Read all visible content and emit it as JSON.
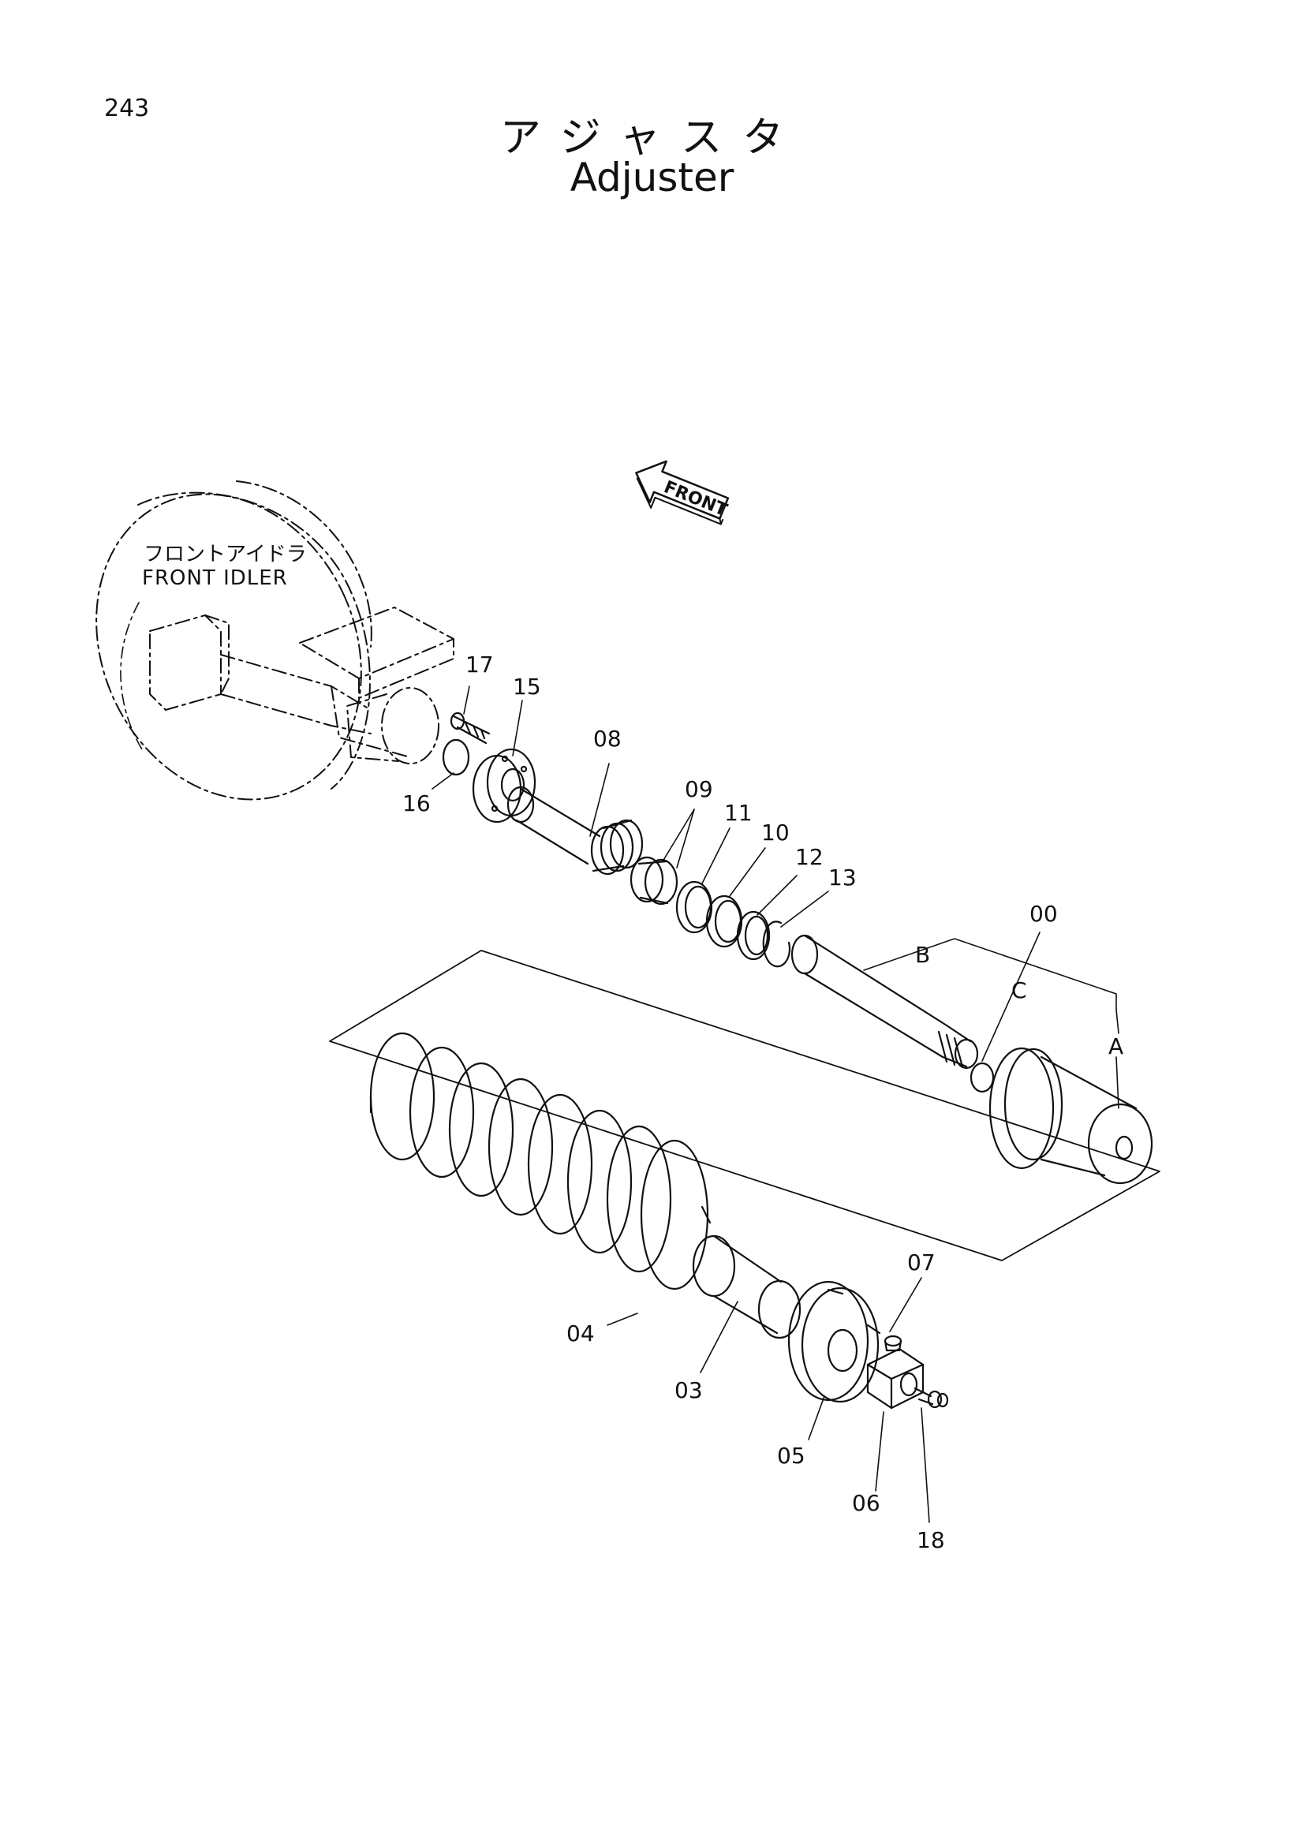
{
  "page_number": "243",
  "title_jp": "アジャスタ",
  "title_en": "Adjuster",
  "front_arrow_label": "FRONT",
  "idler_label_jp": "フロントアイドラ",
  "idler_label_en": "FRONT IDLER",
  "callouts": {
    "c17": "17",
    "c15": "15",
    "c16": "16",
    "c08": "08",
    "c09": "09",
    "c11": "11",
    "c10": "10",
    "c12": "12",
    "c13": "13",
    "c00": "00",
    "cB": "B",
    "cC": "C",
    "cA": "A",
    "c07": "07",
    "c04": "04",
    "c03": "03",
    "c05": "05",
    "c06": "06",
    "c18": "18"
  }
}
